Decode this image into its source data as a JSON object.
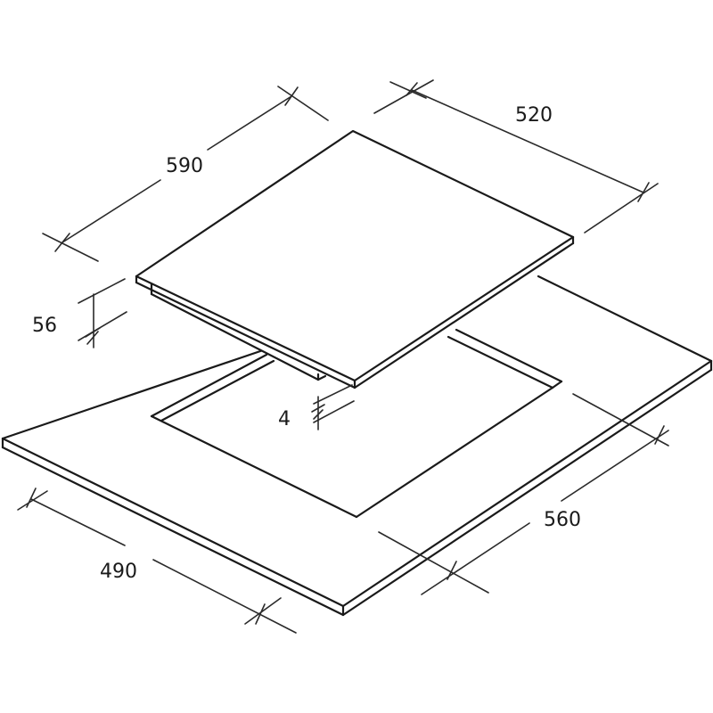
{
  "diagram": {
    "type": "isometric technical drawing",
    "subject": "built-in hob installation dimensions",
    "units": "mm",
    "colors": {
      "line": "#1a1a1a",
      "background": "#ffffff"
    },
    "components": [
      {
        "id": "hob",
        "label": "Hob"
      },
      {
        "id": "worktop",
        "label": "Worktop"
      },
      {
        "id": "cutout",
        "label": "Worktop cutout"
      }
    ],
    "dimensions": {
      "hob_width": {
        "value": "590",
        "refers_to": "hob left-to-top edge length"
      },
      "hob_depth": {
        "value": "520",
        "refers_to": "hob top-to-right edge length"
      },
      "hob_height": {
        "value": "56",
        "refers_to": "overall hob height incl. body"
      },
      "hob_clearance": {
        "value": "4",
        "refers_to": "glass top thickness above worktop"
      },
      "cutout_depth": {
        "value": "490",
        "refers_to": "cutout front edge length"
      },
      "cutout_width": {
        "value": "560",
        "refers_to": "cutout right edge length"
      }
    }
  }
}
